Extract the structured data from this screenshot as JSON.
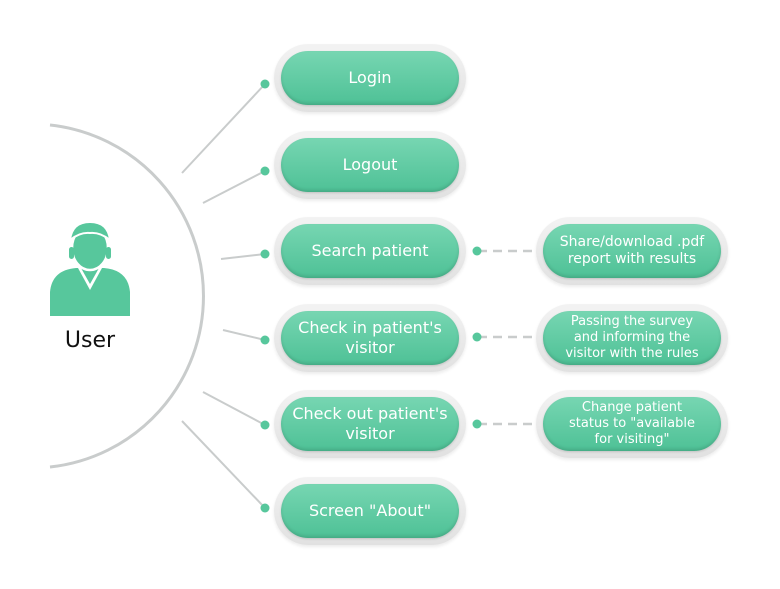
{
  "user": {
    "label": "User",
    "icon": "user-icon"
  },
  "colors": {
    "accent": "#57c79c",
    "connector": "#c9cccc",
    "pill_frame": "#e8e8e8"
  },
  "actions": [
    {
      "id": "login",
      "label": "Login",
      "button_name": "login-button"
    },
    {
      "id": "logout",
      "label": "Logout",
      "button_name": "logout-button"
    },
    {
      "id": "search-patient",
      "label": "Search patient",
      "button_name": "search-patient-button"
    },
    {
      "id": "check-in",
      "label": "Check in patient's\nvisitor",
      "button_name": "check-in-visitor-button"
    },
    {
      "id": "check-out",
      "label": "Check out patient's\nvisitor",
      "button_name": "check-out-visitor-button"
    },
    {
      "id": "about",
      "label": "Screen \"About\"",
      "button_name": "screen-about-button"
    }
  ],
  "outcomes": [
    {
      "id": "share-report",
      "label": "Share/download .pdf\nreport with results",
      "button_name": "share-report-button"
    },
    {
      "id": "survey-rules",
      "label": "Passing the survey\nand informing the\nvisitor with the rules",
      "button_name": "survey-rules-button"
    },
    {
      "id": "status-available",
      "label": "Change patient\nstatus to \"available\nfor visiting\"",
      "button_name": "change-status-button"
    }
  ]
}
